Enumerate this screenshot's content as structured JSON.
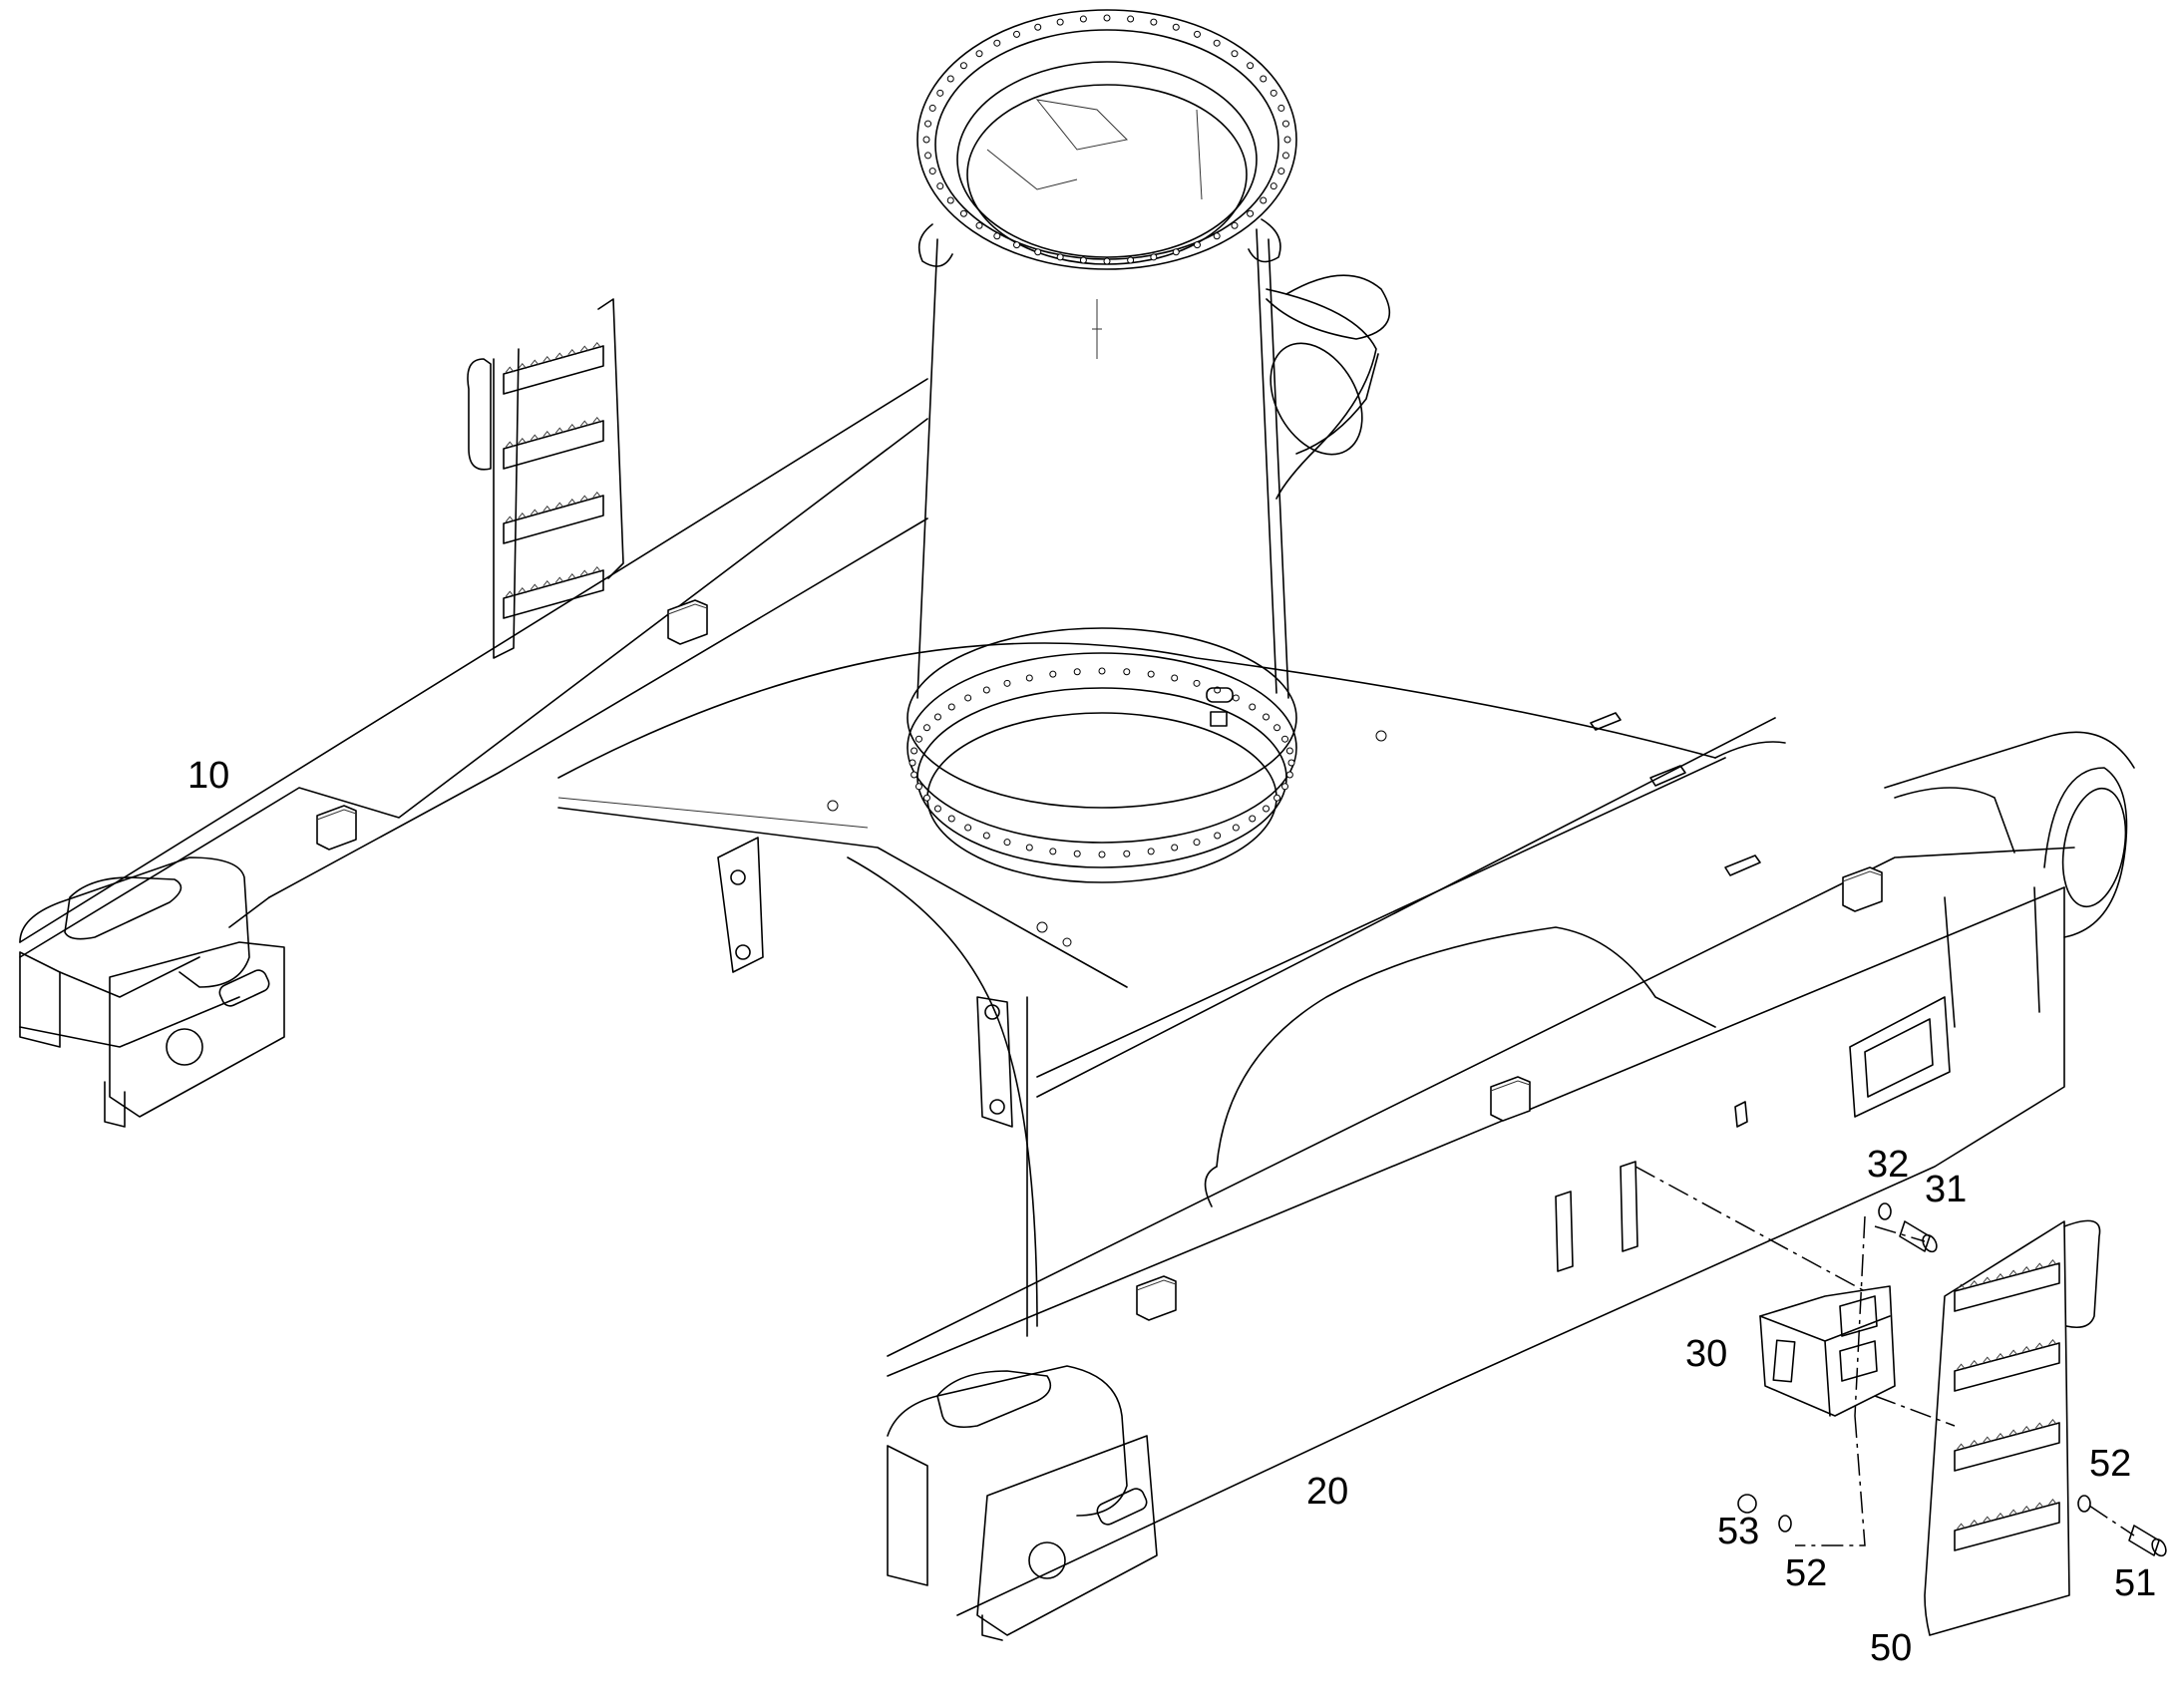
{
  "callouts": {
    "c10": "10",
    "c20": "20",
    "c30": "30",
    "c31": "31",
    "c32": "32",
    "c50": "50",
    "c51": "51",
    "c52a": "52",
    "c52b": "52",
    "c53": "53"
  }
}
